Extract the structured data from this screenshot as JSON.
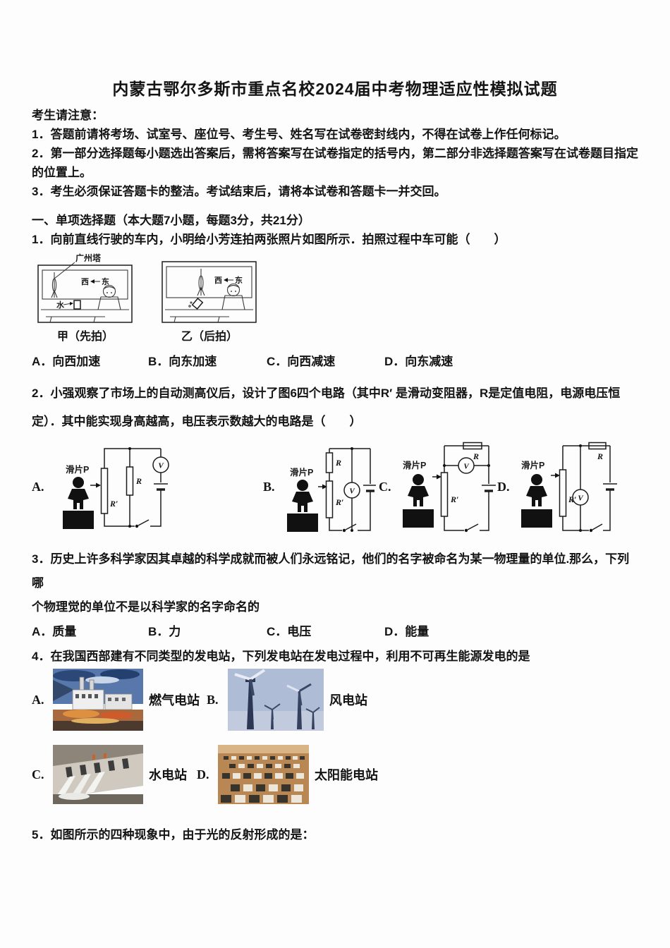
{
  "title": "内蒙古鄂尔多斯市重点名校2024届中考物理适应性模拟试题",
  "notice": {
    "heading": "考生请注意：",
    "item1": "1．答题前请将考场、试室号、座位号、考生号、姓名写在试卷密封线内，不得在试卷上作任何标记。",
    "item2": "2．第一部分选择题每小题选出答案后，需将答案写在试卷指定的括号内，第二部分非选择题答案写在试卷题目指定的位置上。",
    "item3": "3．考生必须保证答题卡的整洁。考试结束后，请将本试卷和答题卡一并交回。"
  },
  "section1": {
    "heading": "一、单项选择题（本大题7小题，每题3分，共21分）"
  },
  "q1": {
    "text": "1．向前直线行驶的车内，小明给小芳连拍两张照片如图所示．拍照过程中车可能（　　）",
    "figure": {
      "tower_label": "广州塔",
      "west_label": "西",
      "east_label": "东",
      "water_label": "水",
      "caption_first": "甲（先拍）",
      "caption_second": "乙（后拍）"
    },
    "options": {
      "a": "A．向西加速",
      "b": "B．向东加速",
      "c": "C．向西减速",
      "d": "D．向东减速"
    }
  },
  "q2": {
    "line1": "2．小强观察了市场上的自动测高仪后，设计了图6四个电路（其中R′ 是滑动变阻器，R是定值电阻，电源电压恒",
    "line2": "定）．其中能实现身高越高，电压表示数越大的电路是（　　）",
    "labels": {
      "slider": "滑片P",
      "r_prime": "R′",
      "r": "R",
      "voltmeter": "V"
    },
    "circuit_letters": {
      "a": "A.",
      "b": "B.",
      "c": "C.",
      "d": "D."
    }
  },
  "q3": {
    "line1": "3．历史上许多科学家因其卓越的科学成就而被人们永远铭记，他们的名字被命名为某一物理量的单位.那么，下列哪",
    "line2": "个物理觉的单位不是以科学家的名字命名的",
    "options": {
      "a": "A．质量",
      "b": "B．力",
      "c": "C．电压",
      "d": "D．能量"
    }
  },
  "q4": {
    "text": "4．在我国西部建有不同类型的发电站，下列发电站在发电过程中，利用不可再生能源发电的是",
    "options": {
      "a": {
        "letter": "A.",
        "label": "燃气电站"
      },
      "b": {
        "letter": "B.",
        "label": "风电站"
      },
      "c": {
        "letter": "C.",
        "label": "水电站"
      },
      "d": {
        "letter": "D.",
        "label": "太阳能电站"
      }
    }
  },
  "q5": {
    "text": "5．如图所示的四种现象中，由于光的反射形成的是："
  }
}
